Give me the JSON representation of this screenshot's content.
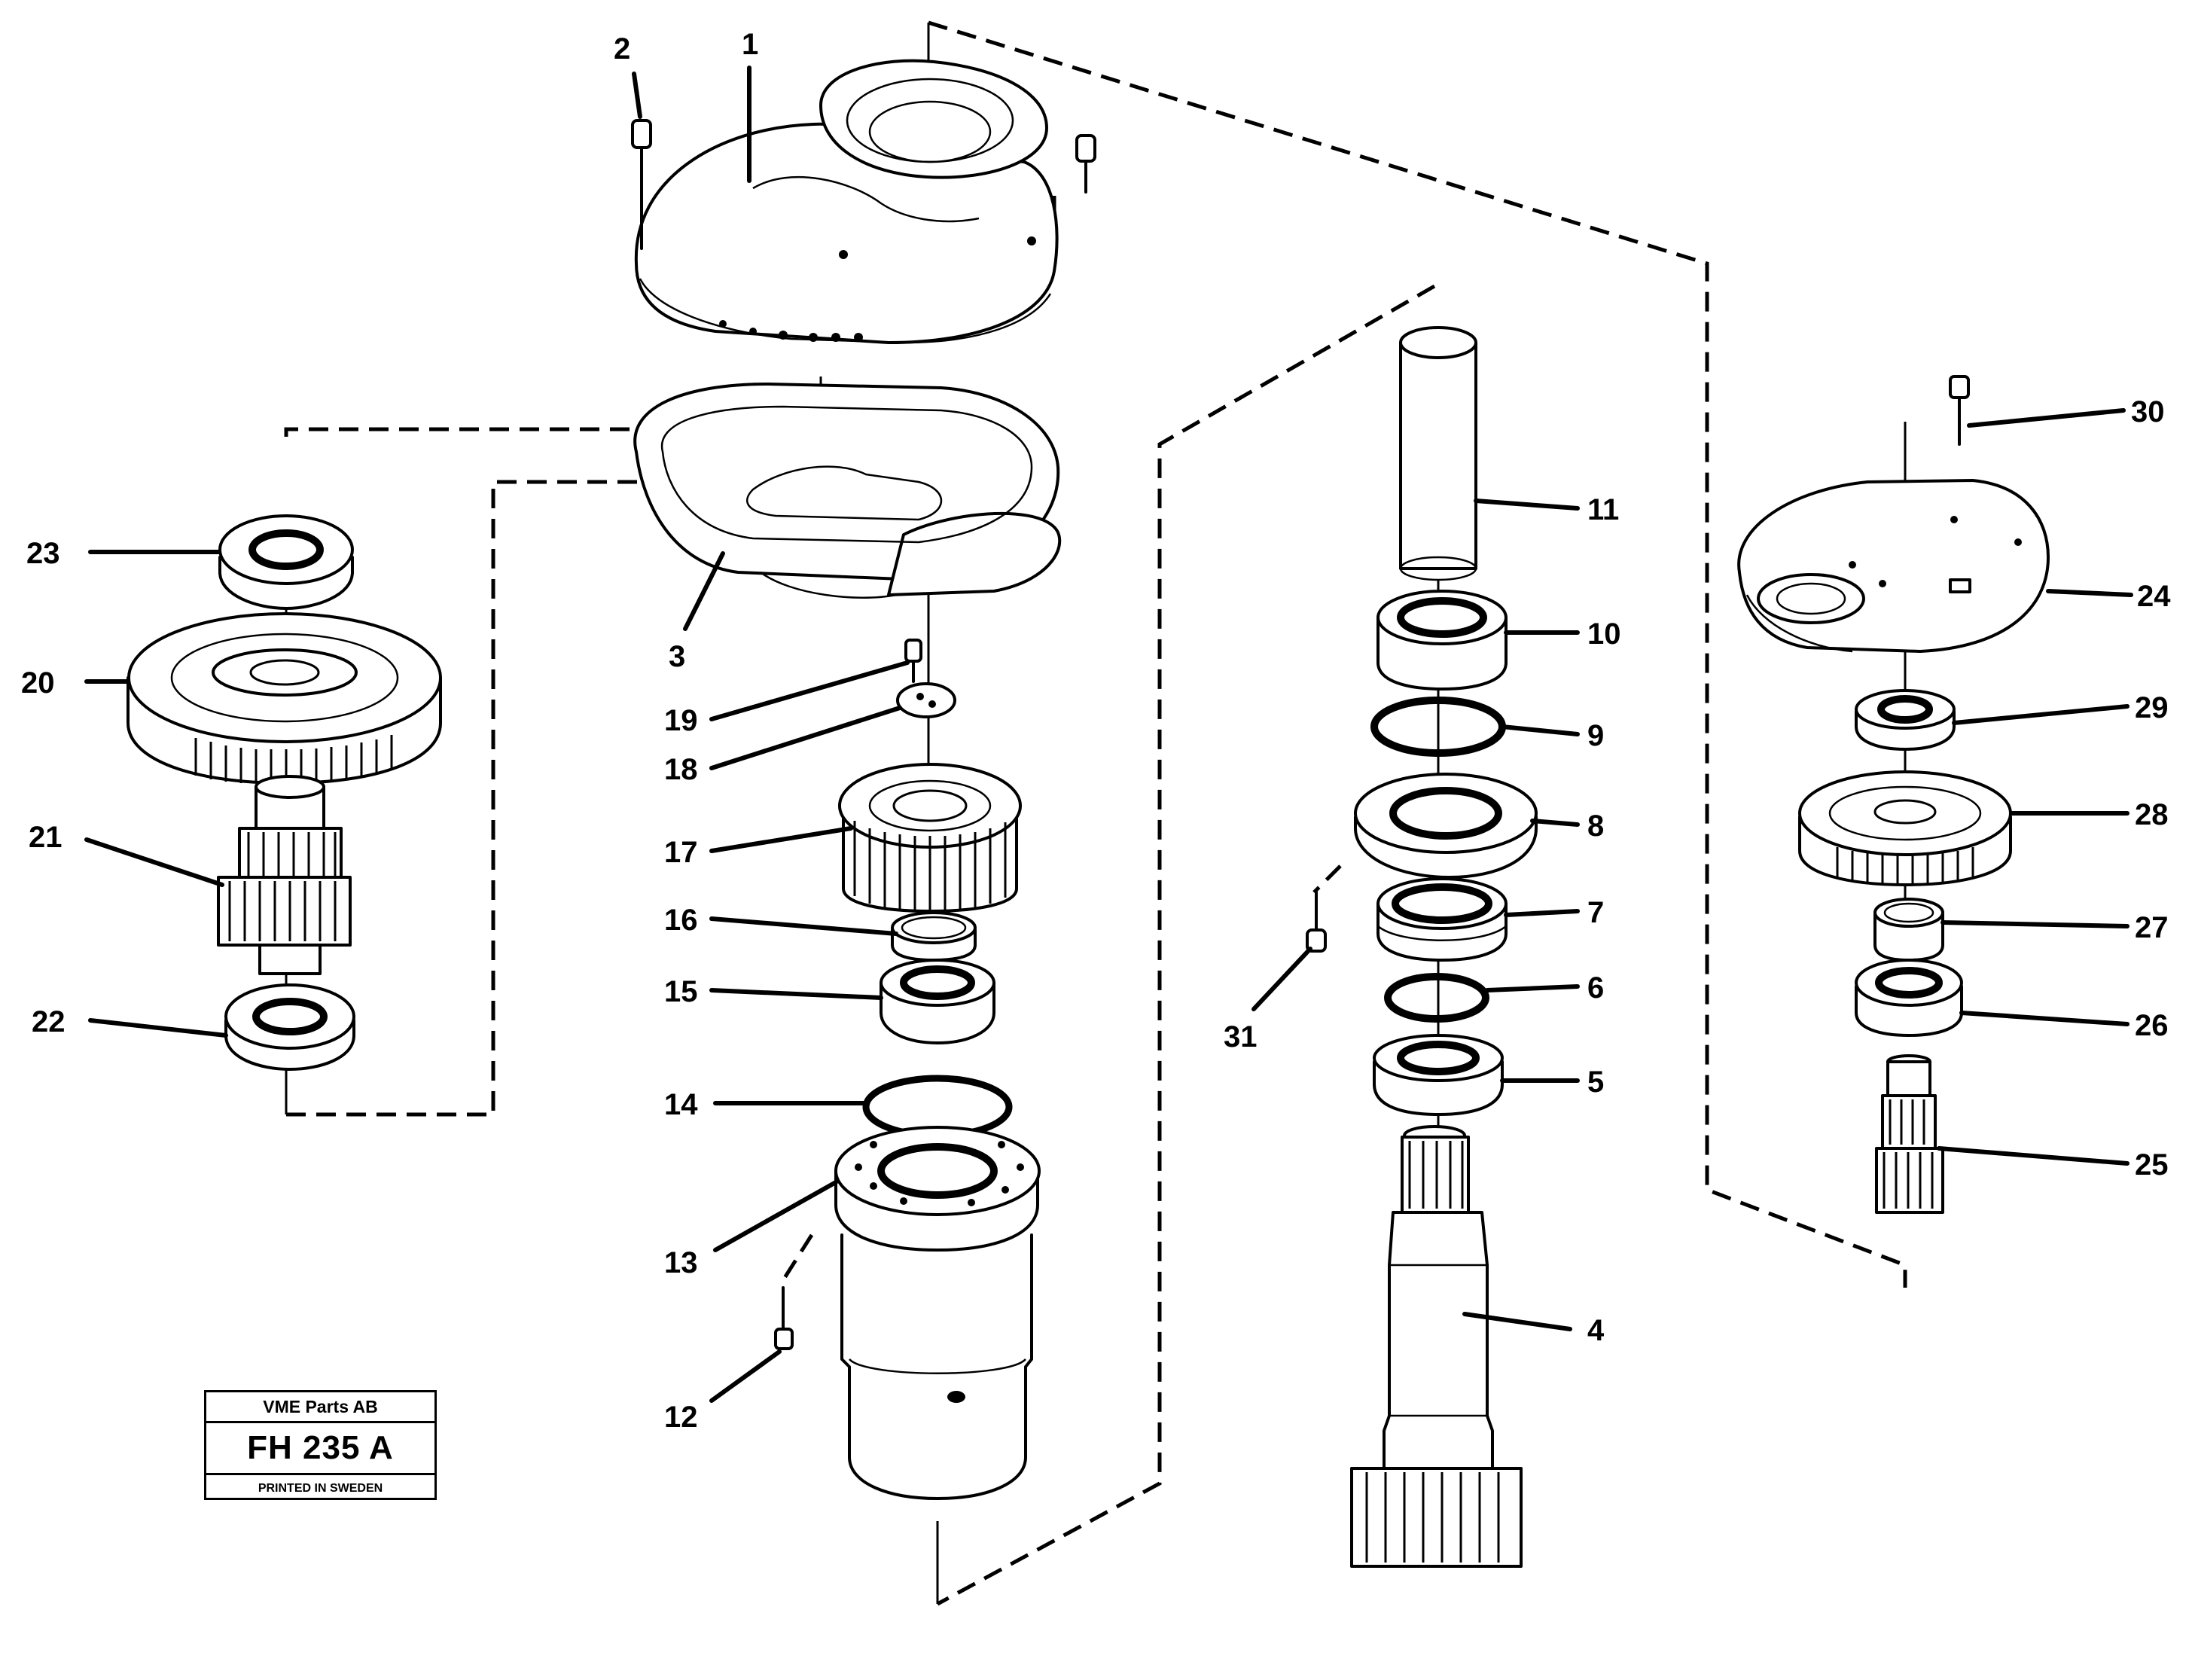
{
  "callouts": [
    {
      "id": "1",
      "label": "1"
    },
    {
      "id": "2",
      "label": "2"
    },
    {
      "id": "3",
      "label": "3"
    },
    {
      "id": "4",
      "label": "4"
    },
    {
      "id": "5",
      "label": "5"
    },
    {
      "id": "6",
      "label": "6"
    },
    {
      "id": "7",
      "label": "7"
    },
    {
      "id": "8",
      "label": "8"
    },
    {
      "id": "9",
      "label": "9"
    },
    {
      "id": "10",
      "label": "10"
    },
    {
      "id": "11",
      "label": "11"
    },
    {
      "id": "12",
      "label": "12"
    },
    {
      "id": "13",
      "label": "13"
    },
    {
      "id": "14",
      "label": "14"
    },
    {
      "id": "15",
      "label": "15"
    },
    {
      "id": "16",
      "label": "16"
    },
    {
      "id": "17",
      "label": "17"
    },
    {
      "id": "18",
      "label": "18"
    },
    {
      "id": "19",
      "label": "19"
    },
    {
      "id": "20",
      "label": "20"
    },
    {
      "id": "21",
      "label": "21"
    },
    {
      "id": "22",
      "label": "22"
    },
    {
      "id": "23",
      "label": "23"
    },
    {
      "id": "24",
      "label": "24"
    },
    {
      "id": "25",
      "label": "25"
    },
    {
      "id": "26",
      "label": "26"
    },
    {
      "id": "27",
      "label": "27"
    },
    {
      "id": "28",
      "label": "28"
    },
    {
      "id": "29",
      "label": "29"
    },
    {
      "id": "30",
      "label": "30"
    },
    {
      "id": "31",
      "label": "31"
    }
  ],
  "title_block": {
    "company": "VME Parts AB",
    "code": "FH 235 A",
    "printed": "PRINTED IN SWEDEN"
  }
}
